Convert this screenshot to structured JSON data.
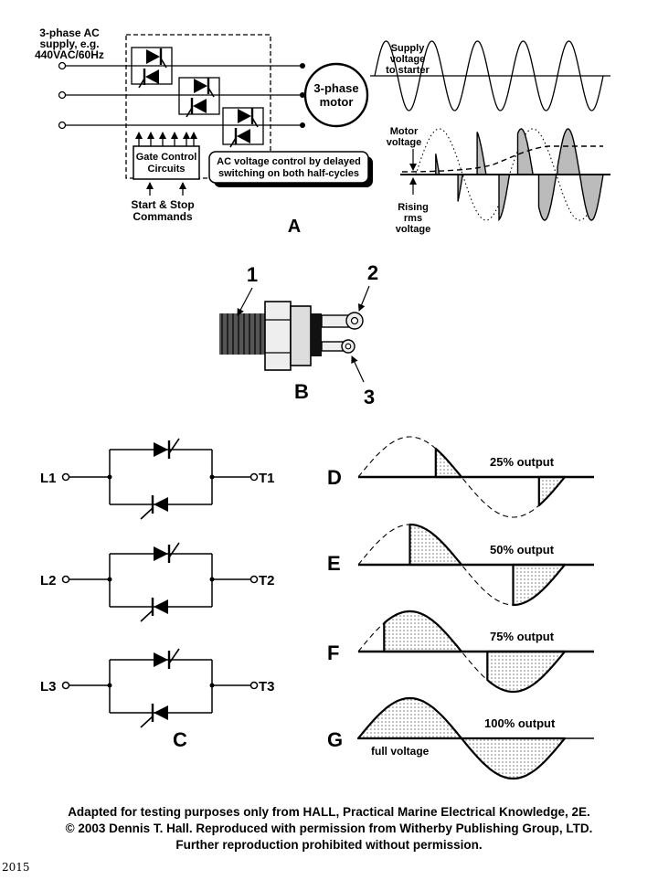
{
  "panel_a": {
    "supply_label": [
      "3-phase AC",
      "supply, e.g.",
      "440VAC/60Hz"
    ],
    "motor_label": [
      "3-phase",
      "motor"
    ],
    "gate_label": [
      "Gate Control",
      "Circuits"
    ],
    "commands_label": [
      "Start & Stop",
      "Commands"
    ],
    "ac_note": [
      "AC voltage control by delayed",
      "switching on both half-cycles"
    ],
    "supply_voltage_label": [
      "Supply",
      "voltage",
      "to starter"
    ],
    "motor_voltage_label": [
      "Motor",
      "voltage"
    ],
    "rising_label": [
      "Rising",
      "rms",
      "voltage"
    ],
    "letter": "A"
  },
  "panel_b": {
    "letter": "B",
    "callouts": [
      "1",
      "2",
      "3"
    ]
  },
  "panel_c": {
    "letter": "C",
    "lines": [
      {
        "input": "L1",
        "output": "T1"
      },
      {
        "input": "L2",
        "output": "T2"
      },
      {
        "input": "L3",
        "output": "T3"
      }
    ]
  },
  "panel_waves": [
    {
      "letter": "D",
      "label": "25% output",
      "fraction": 0.25
    },
    {
      "letter": "E",
      "label": "50% output",
      "fraction": 0.5
    },
    {
      "letter": "F",
      "label": "75% output",
      "fraction": 0.75
    },
    {
      "letter": "G",
      "label": "100% output",
      "fraction": 1.0,
      "note": "full voltage"
    }
  ],
  "footer": [
    "Adapted for testing purposes only from HALL, Practical Marine Electrical Knowledge, 2E.",
    "© 2003 Dennis T. Hall. Reproduced with permission from Witherby Publishing Group, LTD.",
    "Further reproduction prohibited without permission."
  ],
  "year": "2015"
}
